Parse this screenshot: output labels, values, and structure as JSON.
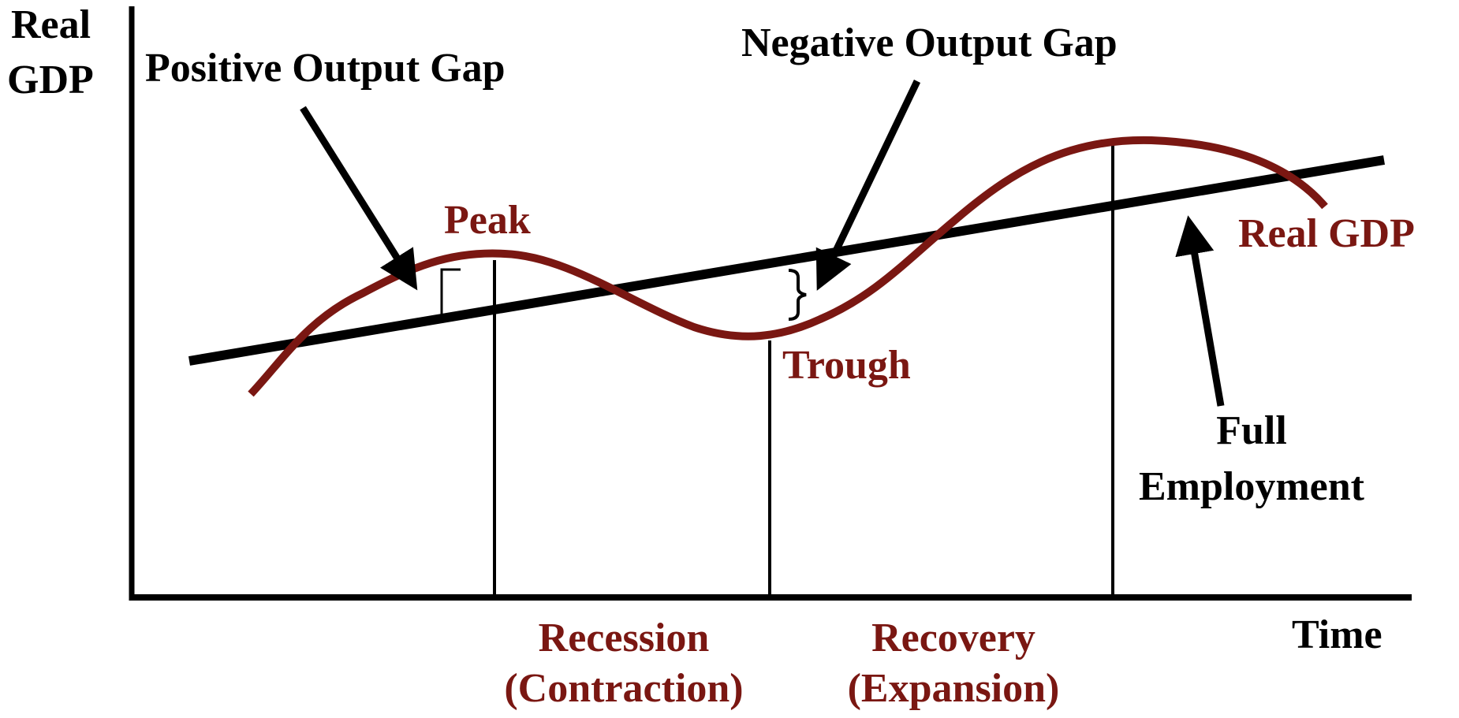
{
  "axis": {
    "y_label_line1": "Real",
    "y_label_line2": "GDP",
    "x_label": "Time"
  },
  "annotations": {
    "positive_gap": "Positive Output Gap",
    "negative_gap": "Negative Output Gap",
    "peak": "Peak",
    "trough": "Trough",
    "real_gdp": "Real GDP",
    "full_employment_line1": "Full",
    "full_employment_line2": "Employment"
  },
  "phases": {
    "recession_line1": "Recession",
    "recession_line2": "(Contraction)",
    "recovery_line1": "Recovery",
    "recovery_line2": "(Expansion)"
  },
  "colors": {
    "curve": "#7a1712",
    "ink": "#000000",
    "background": "#ffffff"
  }
}
